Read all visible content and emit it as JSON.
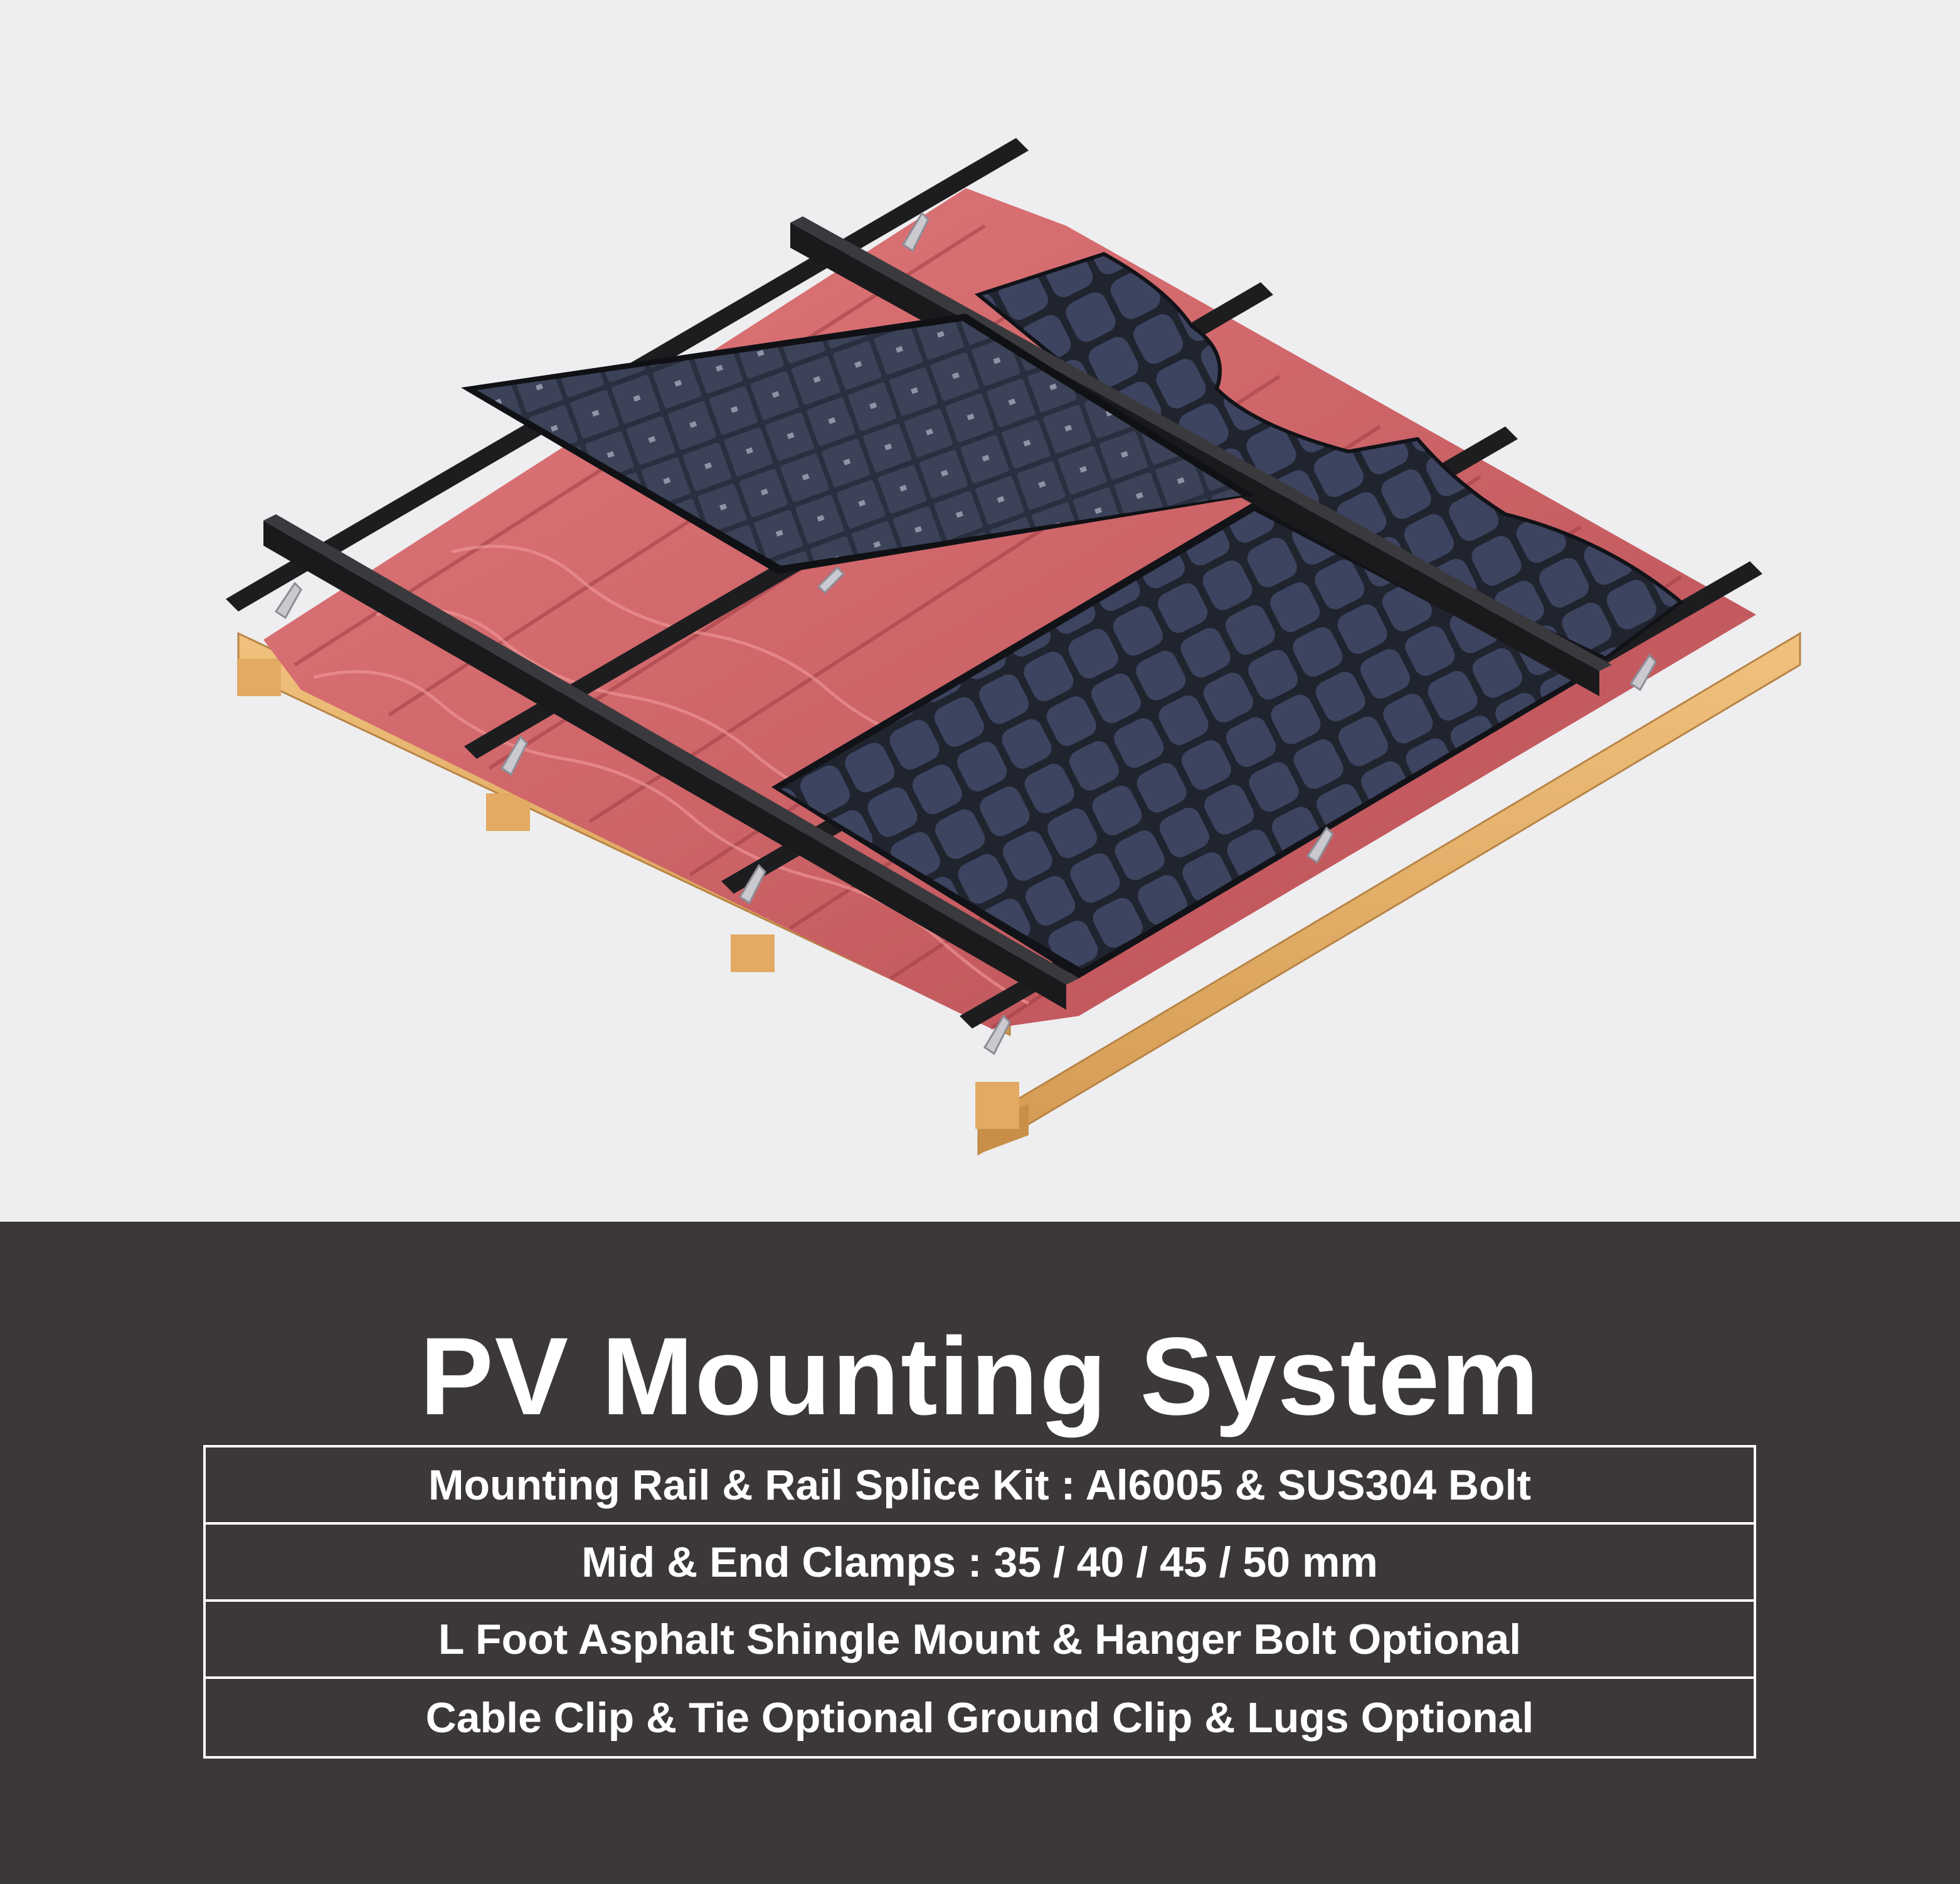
{
  "colors": {
    "background": "#eeeef0",
    "panel_background": "#3b3837",
    "panel_text": "#ffffff",
    "roof_tile": "#d06468",
    "solar_cell": "#39405a",
    "rail": "#1d1d1f",
    "batten": "#e6b067"
  },
  "illustration": {
    "icon": "solar-panel-roof-mount-illustration"
  },
  "title": "PV Mounting System",
  "specs": [
    "Mounting Rail & Rail Splice Kit : Al6005 & SUS304 Bolt",
    "Mid & End Clamps : 35 / 40 / 45 / 50 mm",
    "L Foot Asphalt Shingle Mount & Hanger Bolt Optional",
    "Cable Clip & Tie Optional Ground Clip & Lugs Optional"
  ]
}
